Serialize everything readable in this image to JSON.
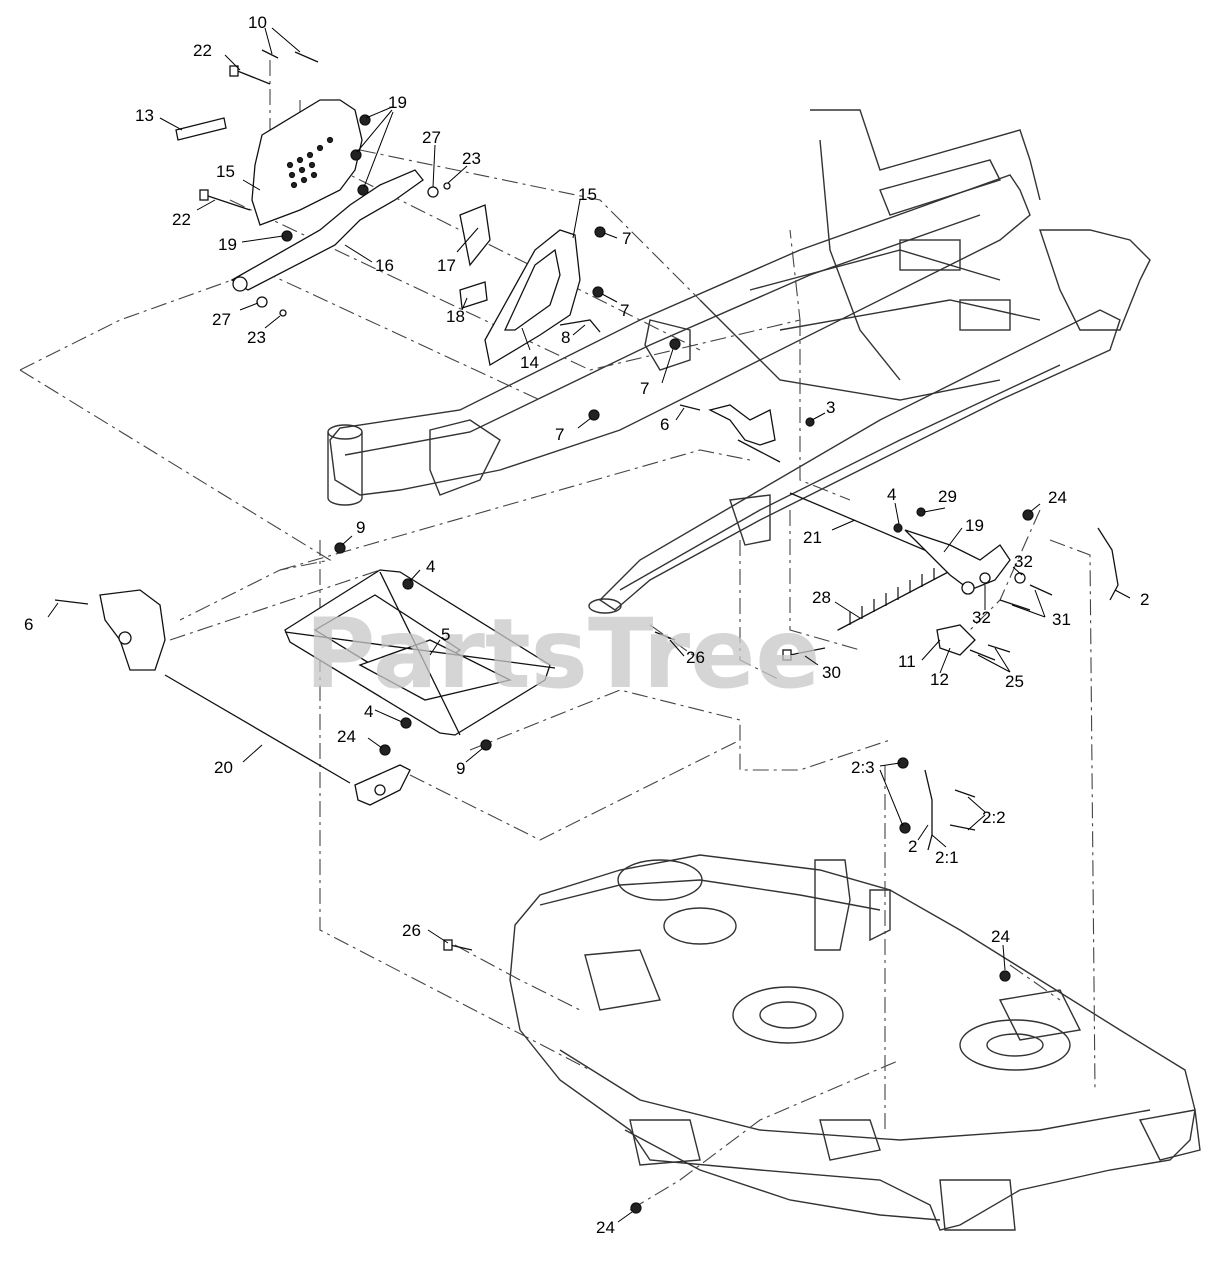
{
  "watermark": "PartsTree",
  "callouts": [
    {
      "id": "c10",
      "text": "10"
    },
    {
      "id": "c22a",
      "text": "22"
    },
    {
      "id": "c19a",
      "text": "19"
    },
    {
      "id": "c13",
      "text": "13"
    },
    {
      "id": "c27a",
      "text": "27"
    },
    {
      "id": "c23a",
      "text": "23"
    },
    {
      "id": "c15a",
      "text": "15"
    },
    {
      "id": "c15b",
      "text": "15"
    },
    {
      "id": "c22b",
      "text": "22"
    },
    {
      "id": "c19b",
      "text": "19"
    },
    {
      "id": "c16",
      "text": "16"
    },
    {
      "id": "c17",
      "text": "17"
    },
    {
      "id": "c7a",
      "text": "7"
    },
    {
      "id": "c7b",
      "text": "7"
    },
    {
      "id": "c18",
      "text": "18"
    },
    {
      "id": "c27b",
      "text": "27"
    },
    {
      "id": "c23b",
      "text": "23"
    },
    {
      "id": "c8",
      "text": "8"
    },
    {
      "id": "c14",
      "text": "14"
    },
    {
      "id": "c7c",
      "text": "7"
    },
    {
      "id": "c6a",
      "text": "6"
    },
    {
      "id": "c3",
      "text": "3"
    },
    {
      "id": "c7d",
      "text": "7"
    },
    {
      "id": "c4a",
      "text": "4"
    },
    {
      "id": "c29",
      "text": "29"
    },
    {
      "id": "c24a",
      "text": "24"
    },
    {
      "id": "c21",
      "text": "21"
    },
    {
      "id": "c19c",
      "text": "19"
    },
    {
      "id": "c9a",
      "text": "9"
    },
    {
      "id": "c4b",
      "text": "4"
    },
    {
      "id": "c6b",
      "text": "6"
    },
    {
      "id": "c5",
      "text": "5"
    },
    {
      "id": "c28",
      "text": "28"
    },
    {
      "id": "c32a",
      "text": "32"
    },
    {
      "id": "c2a",
      "text": "2"
    },
    {
      "id": "c32b",
      "text": "32"
    },
    {
      "id": "c31",
      "text": "31"
    },
    {
      "id": "c26a",
      "text": "26"
    },
    {
      "id": "c30",
      "text": "30"
    },
    {
      "id": "c11",
      "text": "11"
    },
    {
      "id": "c12",
      "text": "12"
    },
    {
      "id": "c25",
      "text": "25"
    },
    {
      "id": "c4c",
      "text": "4"
    },
    {
      "id": "c24b",
      "text": "24"
    },
    {
      "id": "c9b",
      "text": "9"
    },
    {
      "id": "c20",
      "text": "20"
    },
    {
      "id": "c23c",
      "text": "2:3"
    },
    {
      "id": "c22c",
      "text": "2:2"
    },
    {
      "id": "c2b",
      "text": "2"
    },
    {
      "id": "c21b",
      "text": "2:1"
    },
    {
      "id": "c26b",
      "text": "26"
    },
    {
      "id": "c24c",
      "text": "24"
    },
    {
      "id": "c24d",
      "text": "24"
    }
  ]
}
